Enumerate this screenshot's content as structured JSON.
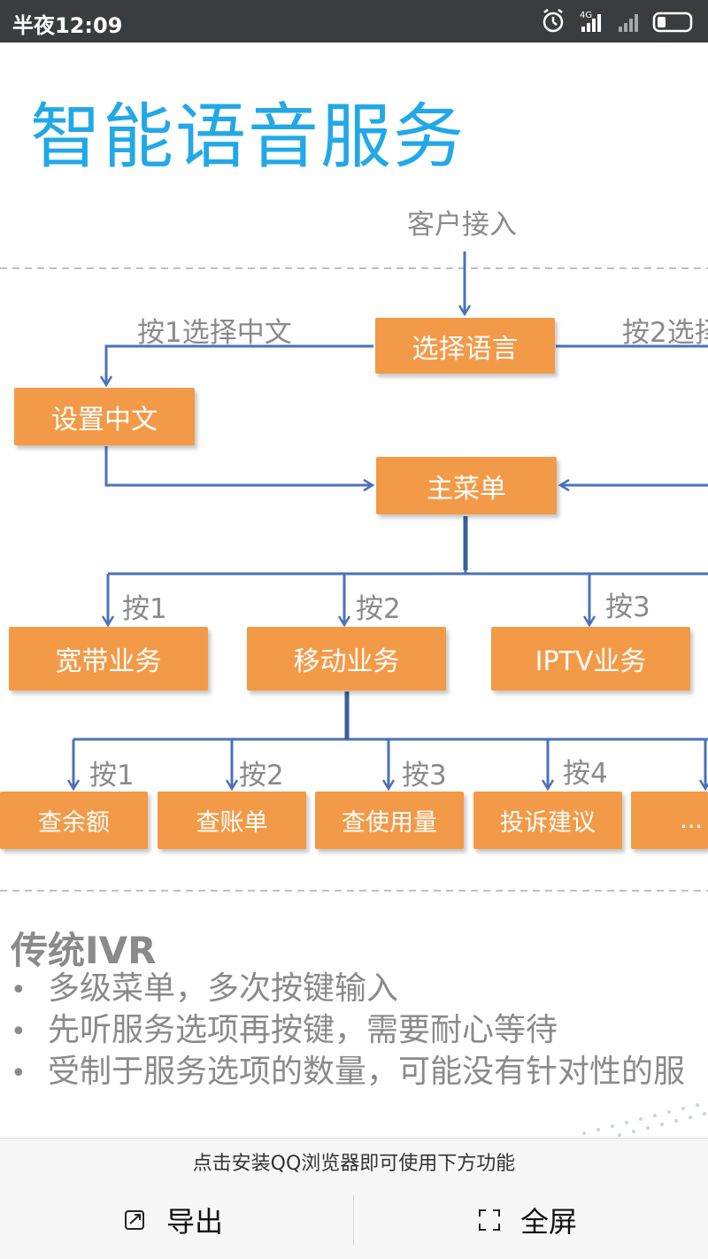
{
  "status_bar": {
    "time": "半夜12:09",
    "network": "4G",
    "icons": [
      "alarm-icon",
      "signal-icon",
      "signal-icon",
      "battery-icon"
    ]
  },
  "slide": {
    "title": "智能语音服务",
    "diagram": {
      "entry": "客户接入",
      "select_language": "选择语言",
      "press1_chinese": "按1选择中文",
      "press2_other": "按2选择",
      "set_chinese": "设置中文",
      "main_menu": "主菜单",
      "level1_labels": [
        "按1",
        "按2",
        "按3"
      ],
      "level1_items": [
        "宽带业务",
        "移动业务",
        "IPTV业务"
      ],
      "level2_labels": [
        "按1",
        "按2",
        "按3",
        "按4"
      ],
      "level2_items": [
        "查余额",
        "查账单",
        "查使用量",
        "投诉建议",
        "..."
      ]
    },
    "section_title": "传统IVR",
    "bullets": [
      "多级菜单，多次按键输入",
      "先听服务选项再按键，需要耐心等待",
      "受制于服务选项的数量，可能没有针对性的服"
    ],
    "colors": {
      "title": "#22a8e6",
      "box": "#f39a48",
      "arrow": "#4a72b8",
      "text_gray": "#8a8a8a"
    }
  },
  "bottom_bar": {
    "hint": "点击安装QQ浏览器即可使用下方功能",
    "export_label": "导出",
    "fullscreen_label": "全屏"
  }
}
